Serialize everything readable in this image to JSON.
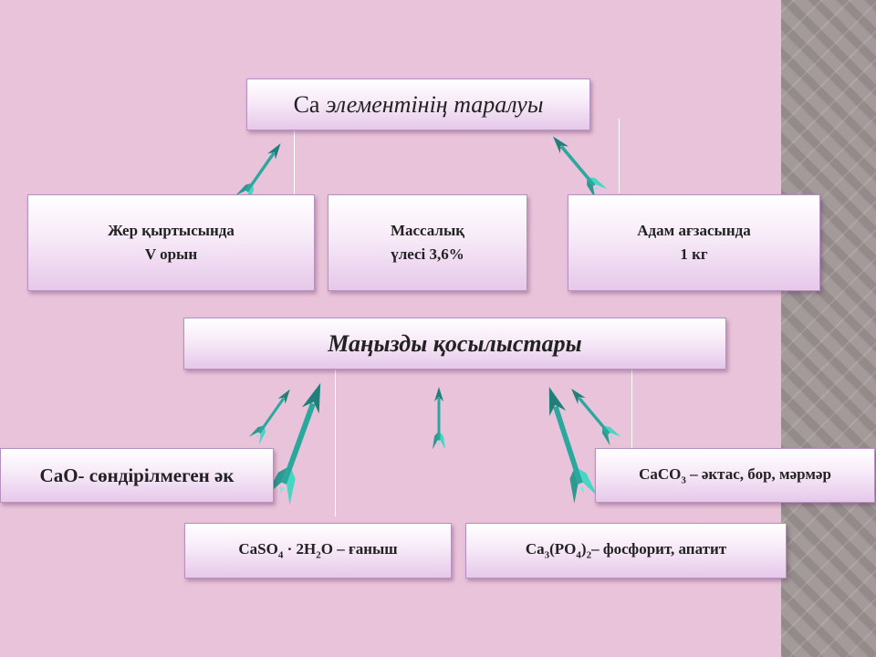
{
  "title": {
    "element": "Са",
    "rest": " элементінің таралуы"
  },
  "facts": [
    {
      "line1": "Жер қыртысында",
      "line2": "V орын"
    },
    {
      "line1": "Массалық",
      "line2": "үлесі 3,6%"
    },
    {
      "line1": "Адам ағзасында",
      "line2": "1 кг"
    }
  ],
  "compounds_heading": "Маңызды қосылыстары",
  "compounds": {
    "cao": {
      "formula": "CaO",
      "desc": "- сөндірілмеген әк"
    },
    "caco3": {
      "f_main": "CaCO",
      "f_sub": "3",
      "desc": " – әктас, бор, мәрмәр"
    },
    "caso4": {
      "f1": "CaSO",
      "s1": "4",
      "f2": " · 2H",
      "s2": "2",
      "f3": "O",
      "desc": " – ғаныш"
    },
    "ca3po4": {
      "f1": "Ca",
      "s1": "3",
      "f2": "(PO",
      "s2": "4",
      "f3": ")",
      "s3": "2",
      "desc": "– фосфорит, апатит"
    }
  },
  "colors": {
    "background": "#e9c3da",
    "box_border": "#b690bf",
    "arrow_fill": "#3fc9b8",
    "arrow_dark": "#1f7f79"
  }
}
